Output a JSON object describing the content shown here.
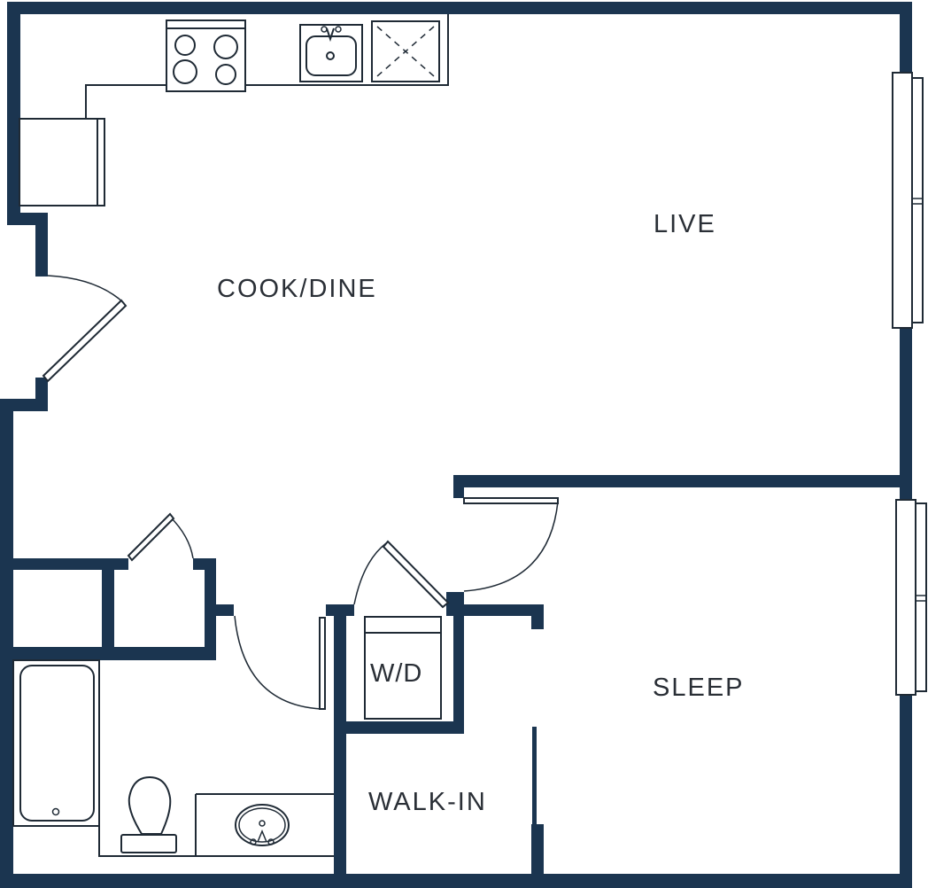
{
  "floor_plan": {
    "colors": {
      "wall": "#1b3550",
      "line": "#1f2a35",
      "background": "#ffffff",
      "label": "#2a2f36"
    },
    "rooms": [
      {
        "id": "cook-dine",
        "label": "COOK/DINE"
      },
      {
        "id": "live",
        "label": "LIVE"
      },
      {
        "id": "sleep",
        "label": "SLEEP"
      },
      {
        "id": "walk-in",
        "label": "WALK-IN"
      },
      {
        "id": "laundry",
        "label": "W/D"
      }
    ],
    "fixtures": [
      "range",
      "kitchen-sink",
      "dishwasher",
      "refrigerator",
      "bathtub",
      "toilet",
      "bathroom-sink",
      "washer-dryer"
    ]
  }
}
